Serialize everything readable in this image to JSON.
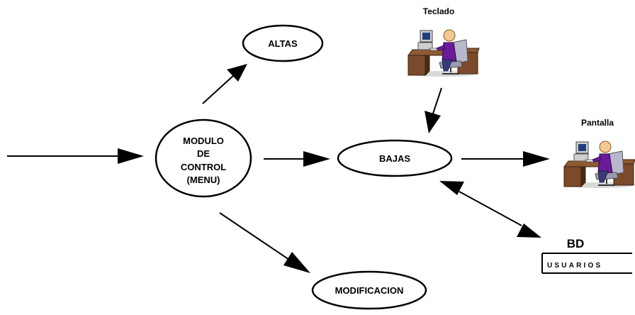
{
  "nodes": {
    "control": {
      "lines": [
        "MODULO",
        "DE",
        "CONTROL",
        "(MENU)"
      ]
    },
    "altas": {
      "label": "ALTAS"
    },
    "bajas": {
      "label": "BAJAS"
    },
    "modificacion": {
      "label": "MODIFICACION"
    }
  },
  "devices": {
    "keyboard": {
      "caption": "Teclado",
      "icon": "user-at-desk-icon"
    },
    "screen": {
      "caption": "Pantalla",
      "icon": "user-at-desk-icon"
    }
  },
  "database": {
    "title": "BD",
    "label": "USUARIOS"
  },
  "colors": {
    "line": "#000000",
    "desk": "#7a4a2a",
    "desk_dark": "#4a2a14",
    "chair": "#b8b8cc",
    "shirt": "#6a1a9a",
    "skin": "#f2c98f",
    "monitor": "#cfcfcf",
    "screen": "#1f3f7a"
  }
}
